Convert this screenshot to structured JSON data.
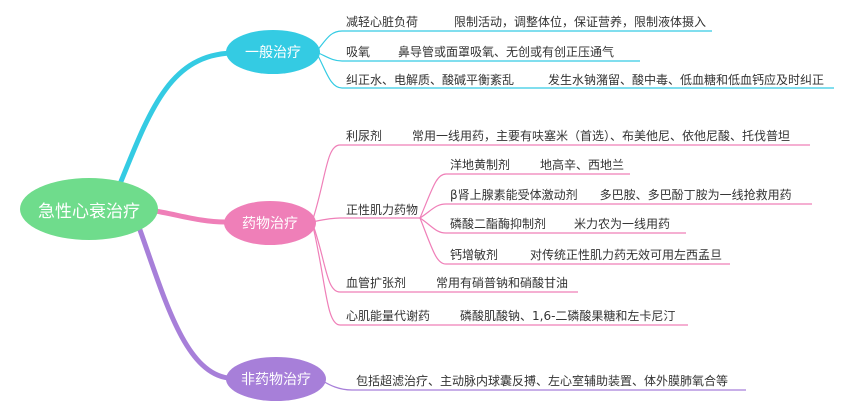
{
  "root": {
    "label": "急性心衰治疗",
    "color": "#6fdc8c"
  },
  "branches": [
    {
      "label": "一般治疗",
      "color": "#34cbe3",
      "items": [
        {
          "label": "减轻心脏负荷",
          "detail": "限制活动，调整体位，保证营养，限制液体摄入"
        },
        {
          "label": "吸氧",
          "detail": "鼻导管或面罩吸氧、无创或有创正压通气"
        },
        {
          "label": "纠正水、电解质、酸碱平衡紊乱",
          "detail": "发生水钠潴留、酸中毒、低血糖和低血钙应及时纠正"
        }
      ]
    },
    {
      "label": "药物治疗",
      "color": "#ef7fb8",
      "items": [
        {
          "label": "利尿剂",
          "detail": "常用一线用药，主要有呋塞米（首选）、布美他尼、依他尼酸、托伐普坦"
        },
        {
          "label": "正性肌力药物",
          "subitems": [
            {
              "label": "洋地黄制剂",
              "detail": "地高辛、西地兰"
            },
            {
              "label": "β肾上腺素能受体激动剂",
              "detail": "多巴胺、多巴酚丁胺为一线抢救用药"
            },
            {
              "label": "磷酸二酯酶抑制剂",
              "detail": "米力农为一线用药"
            },
            {
              "label": "钙增敏剂",
              "detail": "对传统正性肌力药无效可用左西孟旦"
            }
          ]
        },
        {
          "label": "血管扩张剂",
          "detail": "常用有硝普钠和硝酸甘油"
        },
        {
          "label": "心肌能量代谢药",
          "detail": "磷酸肌酸钠、1,6-二磷酸果糖和左卡尼汀"
        }
      ]
    },
    {
      "label": "非药物治疗",
      "color": "#a77fd9",
      "items": [
        {
          "detail": "包括超滤治疗、主动脉内球囊反搏、左心室辅助装置、体外膜肺氧合等"
        }
      ]
    }
  ]
}
